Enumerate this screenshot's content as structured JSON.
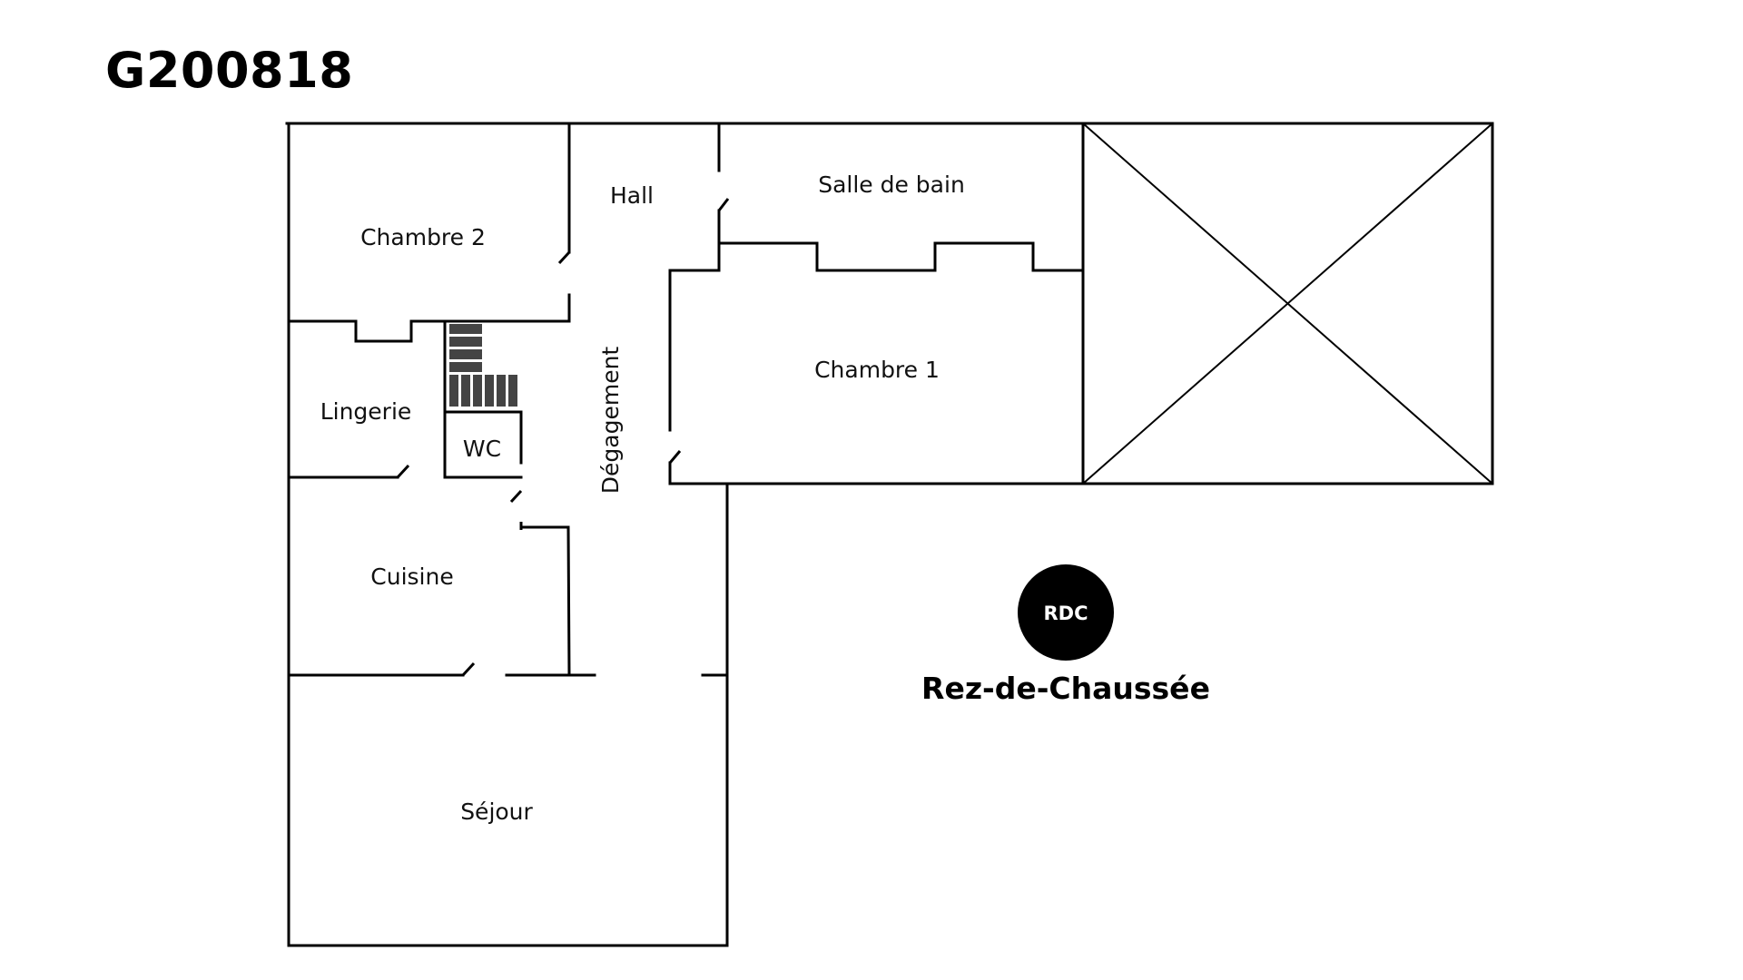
{
  "plan_code": "G200818",
  "floor": {
    "badge": "RDC",
    "title": "Rez-de-Chaussée"
  },
  "rooms": {
    "chambre2": "Chambre 2",
    "hall": "Hall",
    "salle_de_bain": "Salle de bain",
    "chambre1": "Chambre 1",
    "lingerie": "Lingerie",
    "wc": "WC",
    "degagement": "Dégagement",
    "cuisine": "Cuisine",
    "sejour": "Séjour"
  },
  "colors": {
    "walls": "#000000",
    "stairs": "#444444",
    "badge": "#000000",
    "background": "#ffffff"
  }
}
